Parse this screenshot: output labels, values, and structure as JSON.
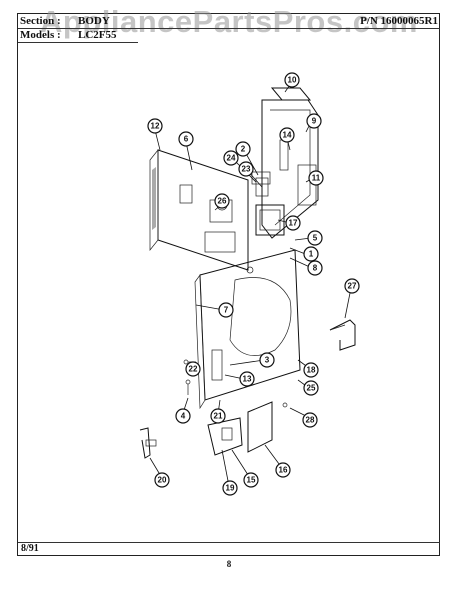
{
  "header": {
    "section_label": "Section :",
    "section_value": "BODY",
    "models_label": "Models :",
    "models_value": "LC2F55",
    "part_number": "P/N 16000065R1"
  },
  "watermark": "AppliancePartsPros.com",
  "footer": {
    "date": "8/91",
    "page": "8"
  },
  "callouts": [
    "1",
    "2",
    "3",
    "4",
    "5",
    "6",
    "7",
    "8",
    "9",
    "10",
    "11",
    "12",
    "13",
    "14",
    "15",
    "16",
    "17",
    "18",
    "19",
    "20",
    "21",
    "22",
    "23",
    "24",
    "25",
    "26",
    "27",
    "28"
  ]
}
